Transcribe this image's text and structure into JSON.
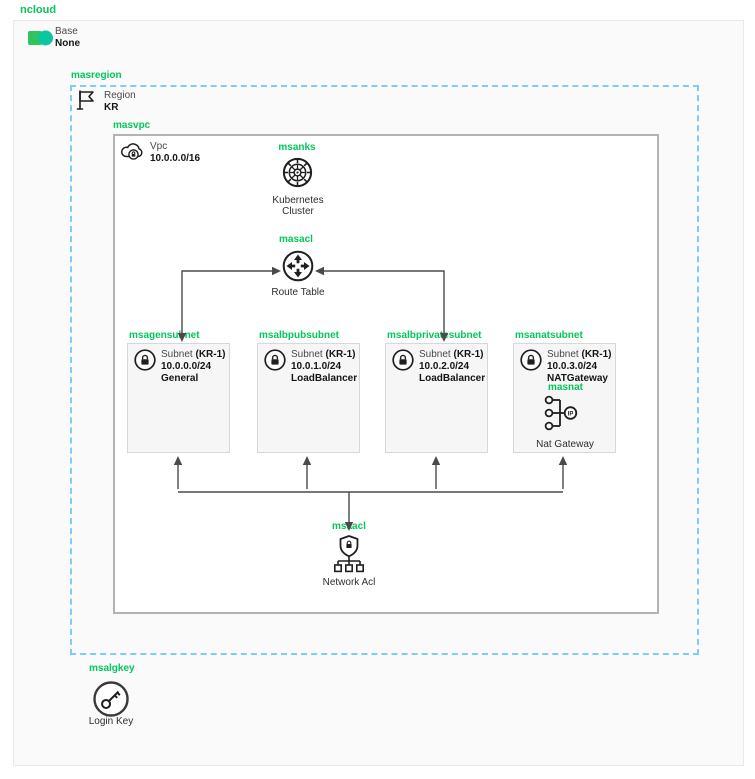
{
  "diagram": {
    "provider_label": "ncloud",
    "base": {
      "label": "Base",
      "value": "None"
    },
    "region": {
      "name": "masregion",
      "label": "Region",
      "value": "KR"
    },
    "vpc": {
      "name": "masvpc",
      "label": "Vpc",
      "cidr": "10.0.0.0/16"
    },
    "kubernetes": {
      "name": "msanks",
      "caption": "Kubernetes Cluster"
    },
    "route_table": {
      "name": "masacl",
      "caption": "Route Table"
    },
    "subnets": [
      {
        "name": "msagensubnet",
        "label": "Subnet",
        "zone": "(KR-1)",
        "cidr": "10.0.0.0/24",
        "usage": "General"
      },
      {
        "name": "msalbpubsubnet",
        "label": "Subnet",
        "zone": "(KR-1)",
        "cidr": "10.0.1.0/24",
        "usage": "LoadBalancer"
      },
      {
        "name": "msalbprivatesubnet",
        "label": "Subnet",
        "zone": "(KR-1)",
        "cidr": "10.0.2.0/24",
        "usage": "LoadBalancer"
      },
      {
        "name": "msanatsubnet",
        "label": "Subnet",
        "zone": "(KR-1)",
        "cidr": "10.0.3.0/24",
        "usage": "NATGateway"
      }
    ],
    "nat_gateway": {
      "name": "masnat",
      "caption": "Nat Gateway"
    },
    "network_acl": {
      "name": "msaacl",
      "caption": "Network Acl"
    },
    "login_key": {
      "name": "msalgkey",
      "caption": "Login Key"
    },
    "colors": {
      "brand_green": "#03c75a",
      "base_icon_green": "#2fc45f",
      "base_icon_teal": "#0cc6a0",
      "region_border_blue": "#7ecdf4",
      "arrow_gray": "#4a4a4a"
    }
  }
}
